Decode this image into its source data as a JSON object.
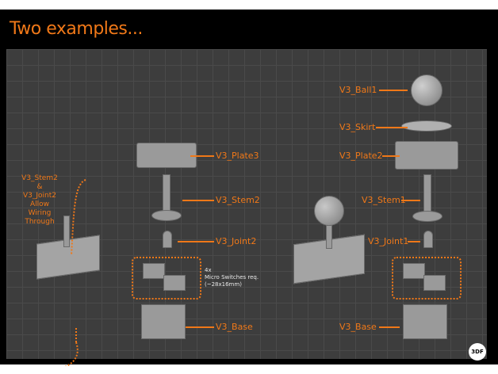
{
  "title": "Two examples...",
  "left_example": {
    "note_wiring": [
      "V3_Stem2",
      "&",
      "V3_Joint2",
      "Allow",
      "Wiring",
      "Through"
    ],
    "labels": {
      "plate": "V3_Plate3",
      "stem": "V3_Stem2",
      "joint": "V3_Joint2",
      "base": "V3_Base"
    },
    "switch_note": [
      "4x",
      "Micro Switches req.",
      "(~28x16mm)"
    ]
  },
  "right_example": {
    "labels": {
      "ball": "V3_Ball1",
      "skirt": "V3_Skirt",
      "plate": "V3_Plate2",
      "stem": "V3_Stem1",
      "joint": "V3_Joint1",
      "base": "V3_Base"
    }
  },
  "logo": "3DF",
  "accent_color": "#f07818"
}
